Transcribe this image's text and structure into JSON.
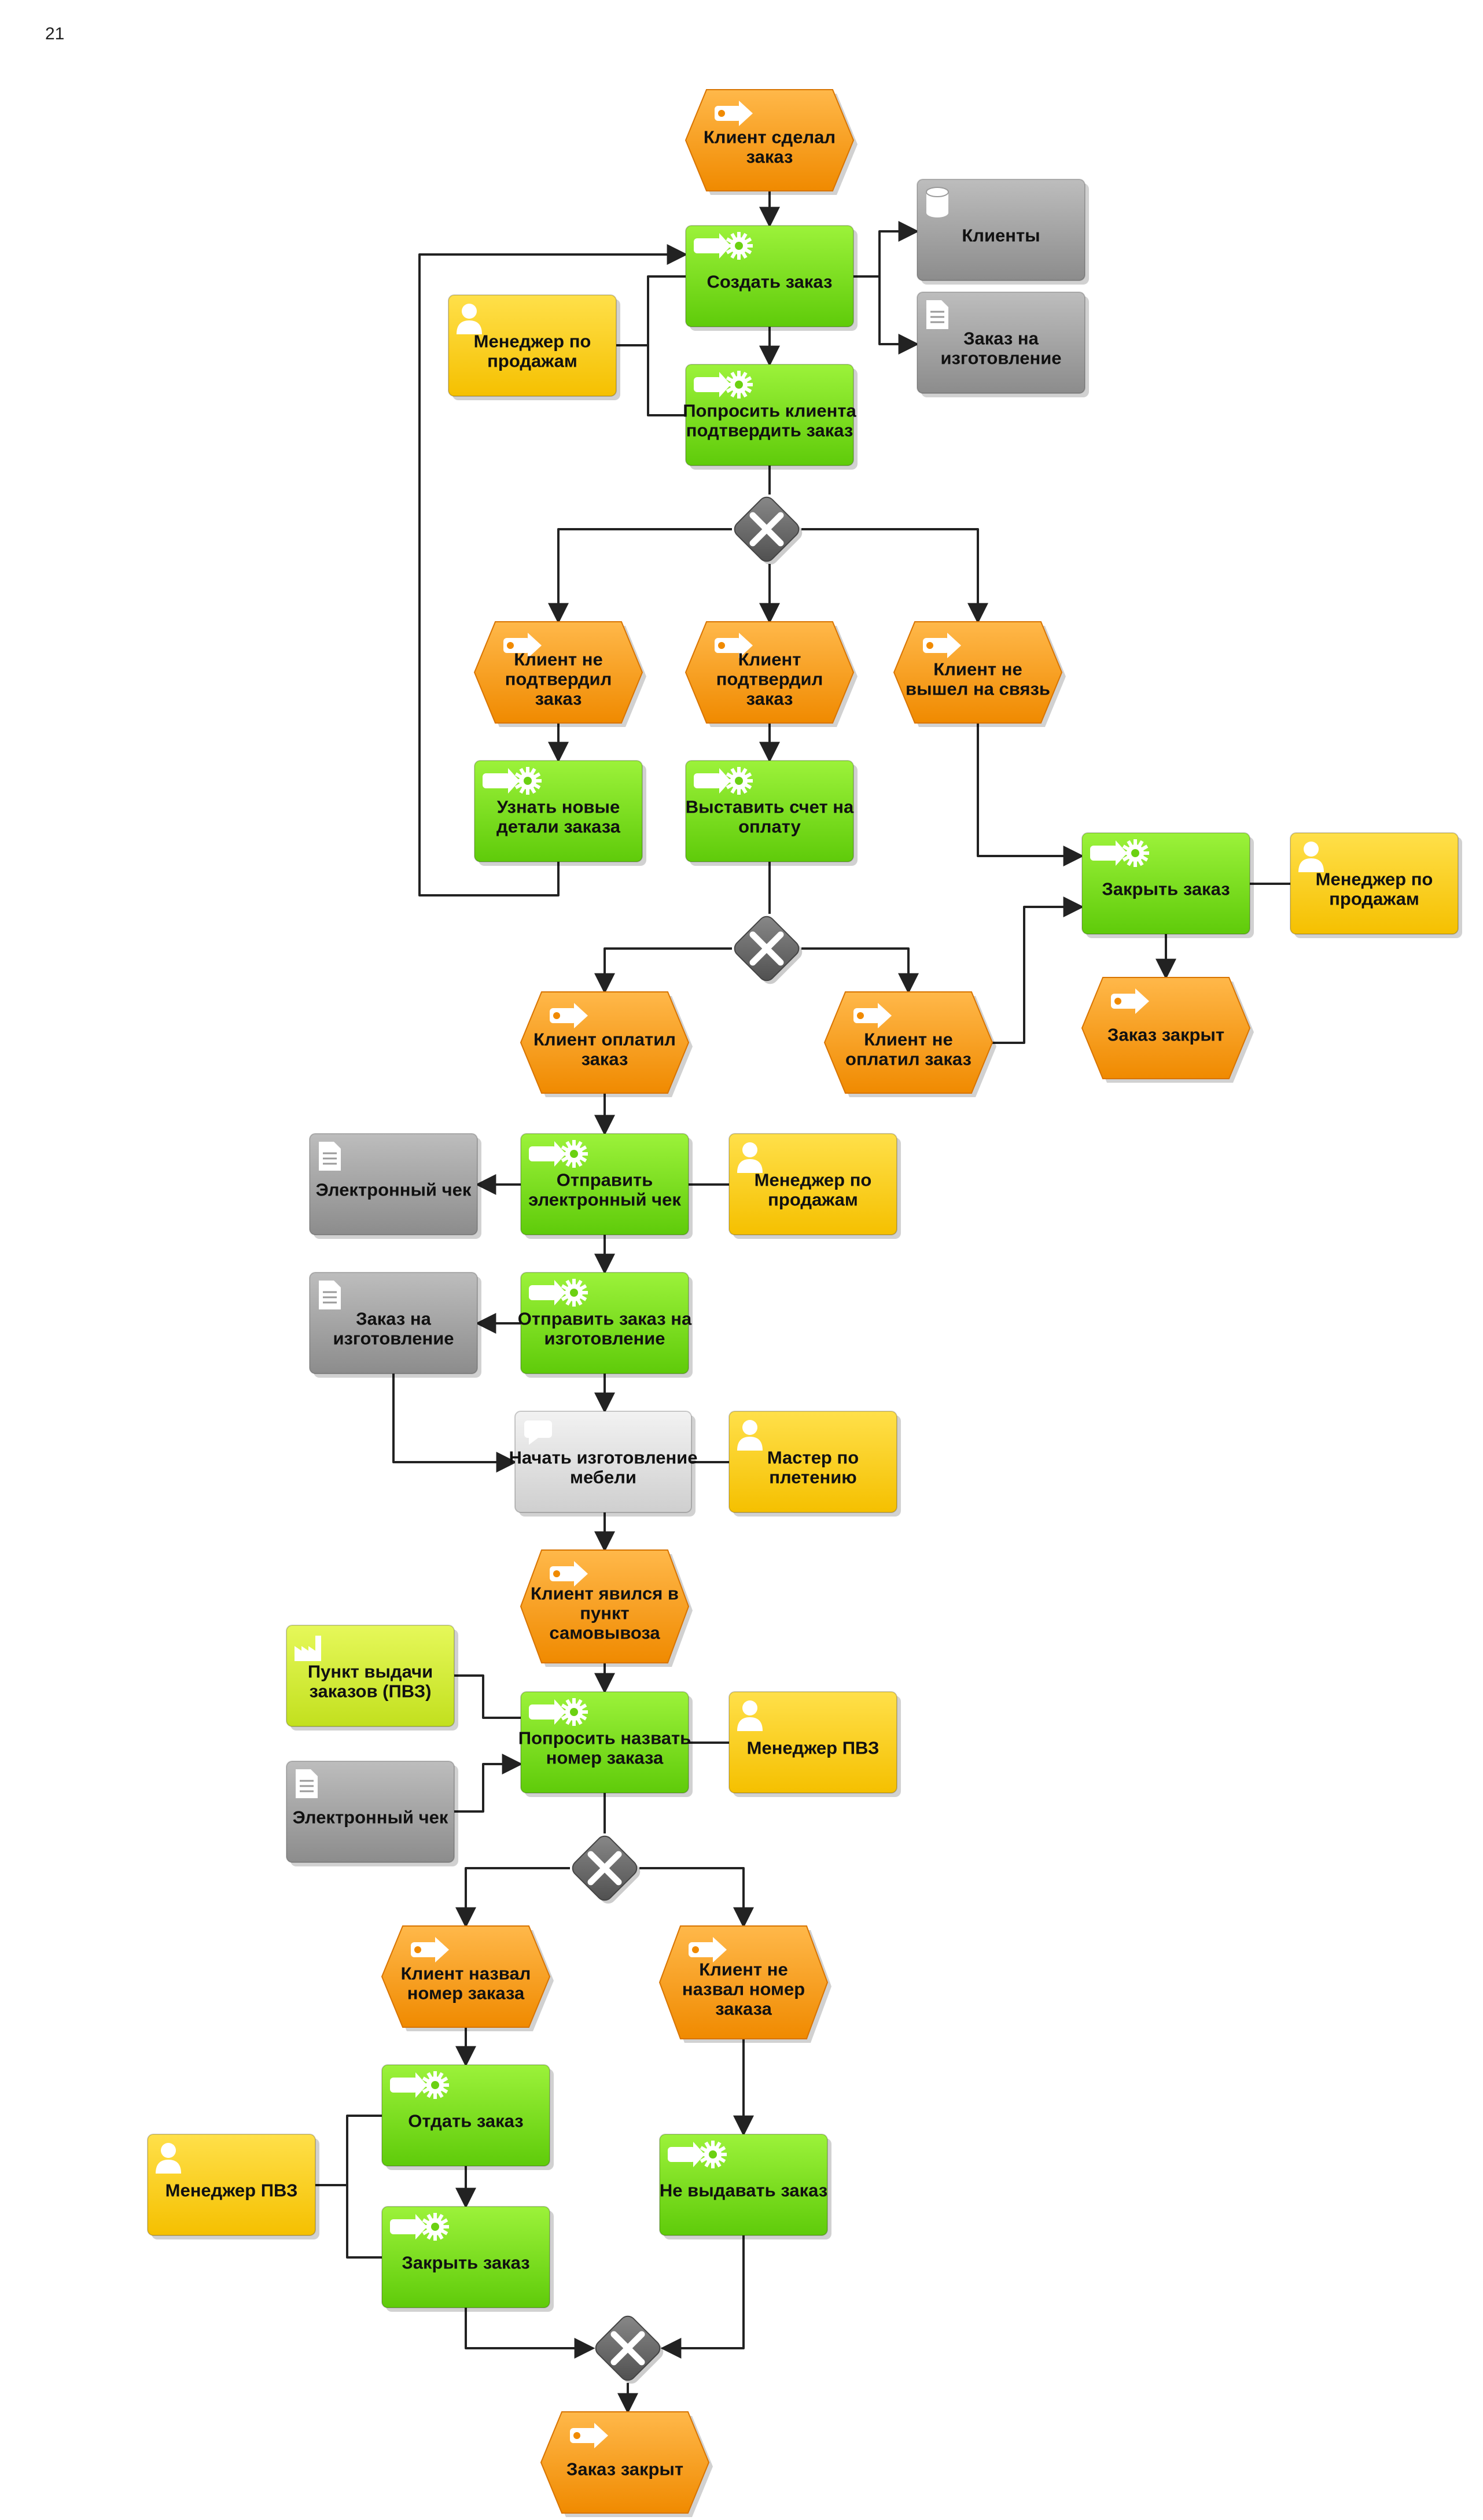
{
  "page_number": "21",
  "nodes": [
    {
      "id": "e1",
      "type": "event",
      "lines": [
        "Клиент сделал",
        "заказ"
      ]
    },
    {
      "id": "f1",
      "type": "function",
      "lines": [
        "Создать заказ"
      ]
    },
    {
      "id": "d_clients",
      "type": "database",
      "lines": [
        "Клиенты"
      ]
    },
    {
      "id": "doc_order1",
      "type": "document",
      "lines": [
        "Заказ на",
        "изготовление"
      ]
    },
    {
      "id": "r_sales1",
      "type": "role",
      "lines": [
        "Менеджер по",
        "продажам"
      ]
    },
    {
      "id": "f2",
      "type": "function",
      "lines": [
        "Попросить клиента",
        "подтвердить заказ"
      ]
    },
    {
      "id": "x1",
      "type": "xor"
    },
    {
      "id": "e_not_confirmed",
      "type": "event",
      "lines": [
        "Клиент не",
        "подтвердил",
        "заказ"
      ]
    },
    {
      "id": "e_confirmed",
      "type": "event",
      "lines": [
        "Клиент",
        "подтвердил",
        "заказ"
      ]
    },
    {
      "id": "e_no_contact",
      "type": "event",
      "lines": [
        "Клиент не",
        "вышел на связь"
      ]
    },
    {
      "id": "f_details",
      "type": "function",
      "lines": [
        "Узнать новые",
        "детали заказа"
      ]
    },
    {
      "id": "f_invoice",
      "type": "function",
      "lines": [
        "Выставить счет на",
        "оплату"
      ]
    },
    {
      "id": "f_close1",
      "type": "function",
      "lines": [
        "Закрыть заказ"
      ]
    },
    {
      "id": "r_sales2",
      "type": "role",
      "lines": [
        "Менеджер по",
        "продажам"
      ]
    },
    {
      "id": "e_closed1",
      "type": "event",
      "lines": [
        "Заказ закрыт"
      ]
    },
    {
      "id": "x2",
      "type": "xor"
    },
    {
      "id": "e_paid",
      "type": "event",
      "lines": [
        "Клиент оплатил",
        "заказ"
      ]
    },
    {
      "id": "e_not_paid",
      "type": "event",
      "lines": [
        "Клиент не",
        "оплатил заказ"
      ]
    },
    {
      "id": "doc_receipt1",
      "type": "document",
      "lines": [
        "Электронный чек"
      ]
    },
    {
      "id": "f_send_receipt",
      "type": "function",
      "lines": [
        "Отправить",
        "электронный чек"
      ]
    },
    {
      "id": "r_sales3",
      "type": "role",
      "lines": [
        "Менеджер по",
        "продажам"
      ]
    },
    {
      "id": "doc_order2",
      "type": "document",
      "lines": [
        "Заказ на",
        "изготовление"
      ]
    },
    {
      "id": "f_send_order",
      "type": "function",
      "lines": [
        "Отправить заказ на",
        "изготовление"
      ]
    },
    {
      "id": "f_make",
      "type": "process",
      "lines": [
        "Начать изготовление",
        "мебели"
      ]
    },
    {
      "id": "r_master",
      "type": "role",
      "lines": [
        "Мастер по",
        "плетению"
      ]
    },
    {
      "id": "e_arrived",
      "type": "event",
      "lines": [
        "Клиент явился в",
        "пункт",
        "самовывоза"
      ]
    },
    {
      "id": "u_pvz",
      "type": "unit",
      "lines": [
        "Пункт выдачи",
        "заказов (ПВЗ)"
      ]
    },
    {
      "id": "f_ask_number",
      "type": "function",
      "lines": [
        "Попросить назвать",
        "номер заказа"
      ]
    },
    {
      "id": "r_pvz1",
      "type": "role",
      "lines": [
        "Менеджер ПВЗ"
      ]
    },
    {
      "id": "doc_receipt2",
      "type": "document",
      "lines": [
        "Электронный чек"
      ]
    },
    {
      "id": "x3",
      "type": "xor"
    },
    {
      "id": "e_named",
      "type": "event",
      "lines": [
        "Клиент назвал",
        "номер заказа"
      ]
    },
    {
      "id": "e_not_named",
      "type": "event",
      "lines": [
        "Клиент не",
        "назвал номер",
        "заказа"
      ]
    },
    {
      "id": "f_give",
      "type": "function",
      "lines": [
        "Отдать заказ"
      ]
    },
    {
      "id": "r_pvz2",
      "type": "role",
      "lines": [
        "Менеджер ПВЗ"
      ]
    },
    {
      "id": "f_close2",
      "type": "function",
      "lines": [
        "Закрыть заказ"
      ]
    },
    {
      "id": "f_not_give",
      "type": "function",
      "lines": [
        "Не выдавать заказ"
      ]
    },
    {
      "id": "x4",
      "type": "xor"
    },
    {
      "id": "e_closed2",
      "type": "event",
      "lines": [
        "Заказ закрыт"
      ]
    }
  ],
  "colors": {
    "event": "#ff9a1a",
    "function": "#7ce31c",
    "role": "#ffd21a",
    "document": "#a3a3a3",
    "process": "#dedede",
    "unit": "#d6f03c",
    "xor": "#6e6e6e",
    "connector": "#222222"
  }
}
